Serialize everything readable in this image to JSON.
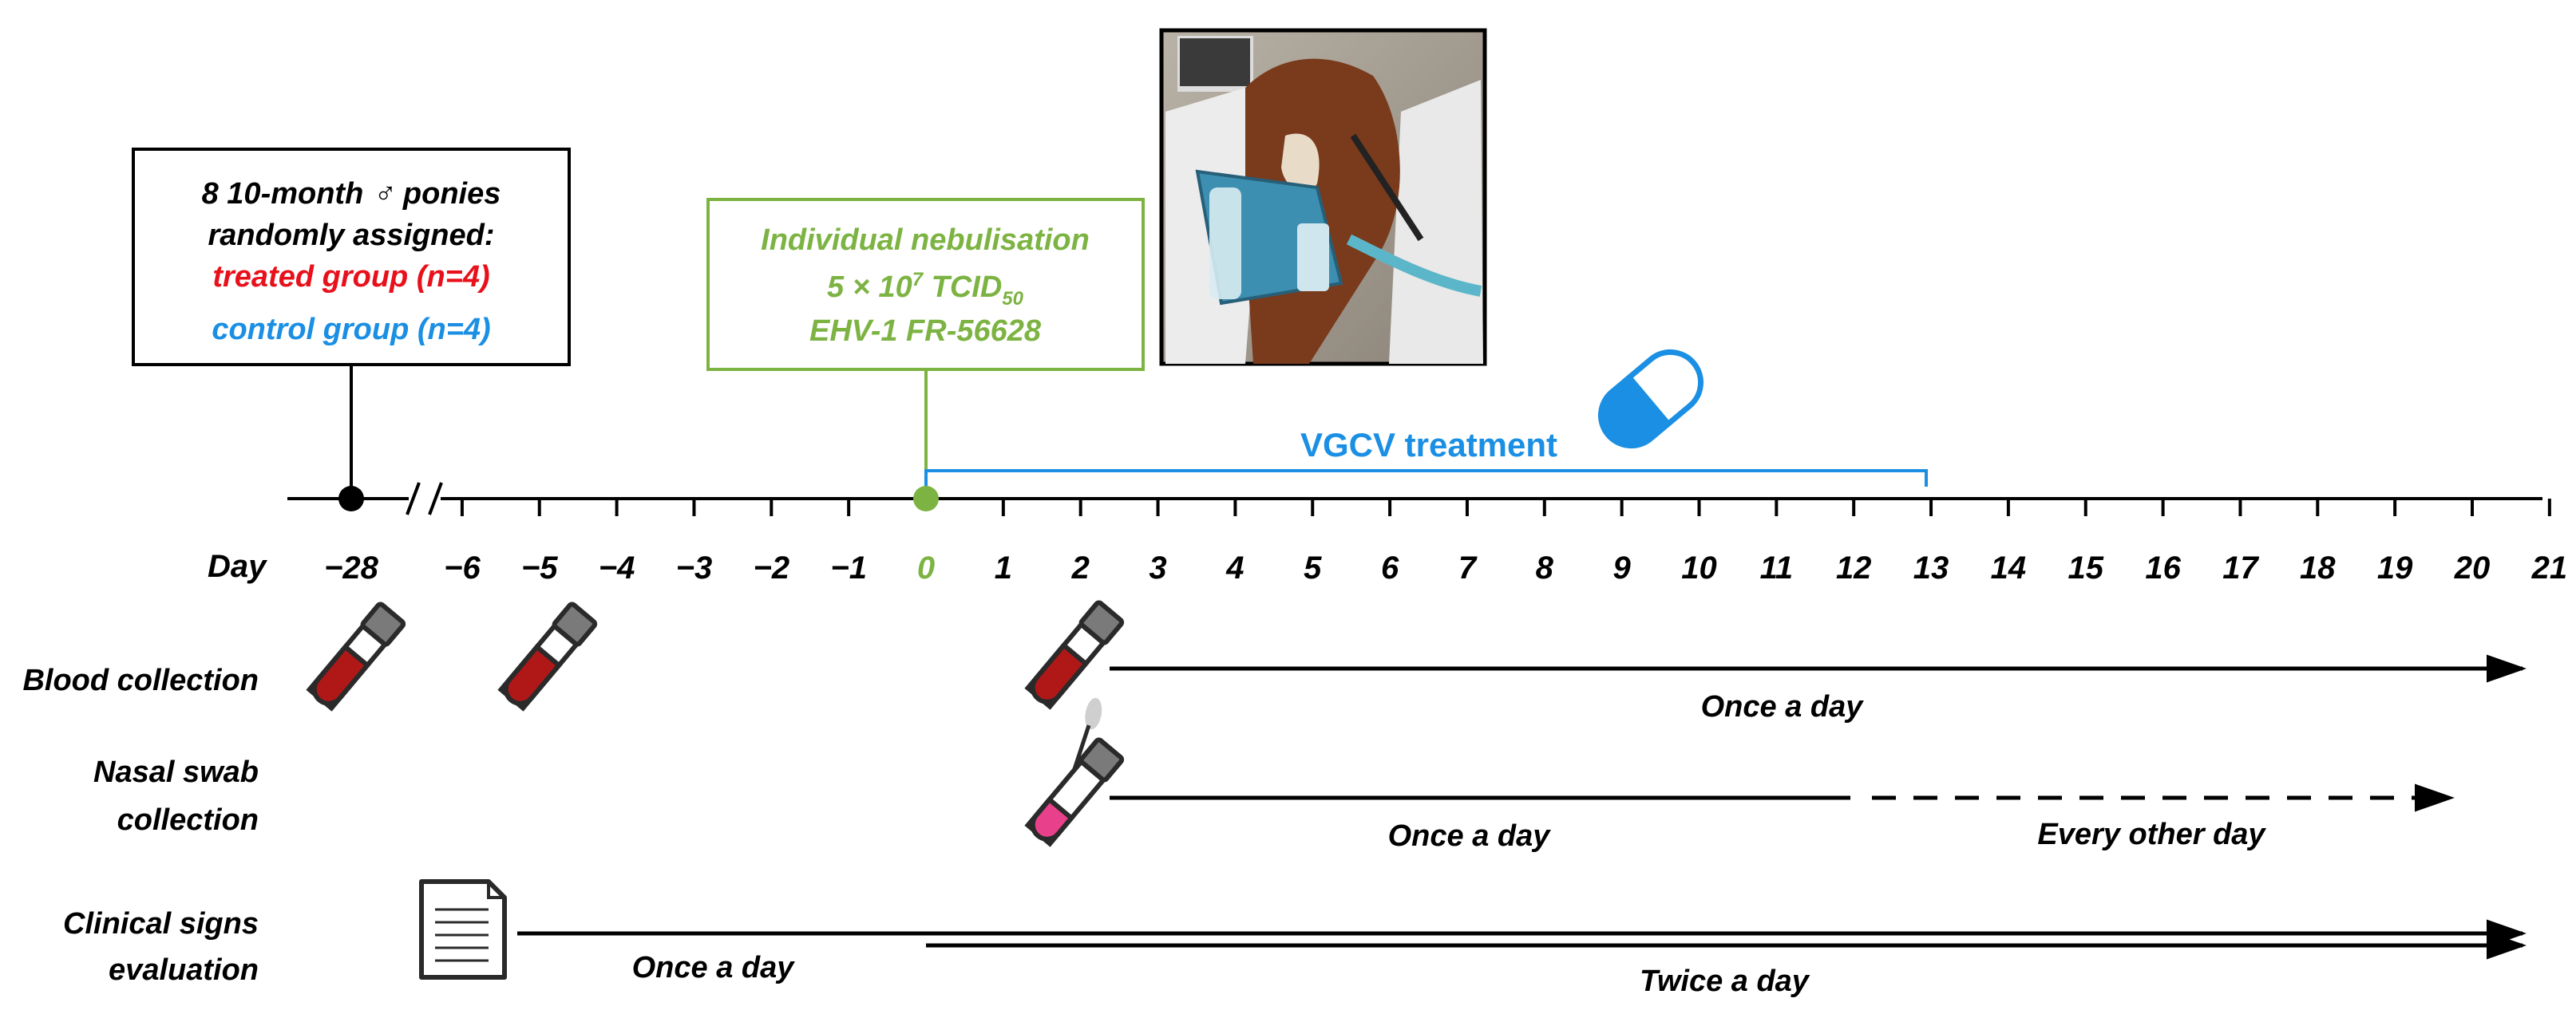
{
  "box_group": {
    "line1": "8 10-month ♂ ponies",
    "line2": "randomly assigned:",
    "line3": "treated group (n=4)",
    "line4": "control group (n=4)"
  },
  "box_infection": {
    "line1": "Individual nebulisation",
    "line2_prefix": "5 × 10",
    "line2_sup": "7",
    "line2_mid": " TCID",
    "line2_sub": "50",
    "line3": "EHV-1 FR-56628"
  },
  "treatment": {
    "label": "VGCV treatment"
  },
  "axis": {
    "label": "Day",
    "ticks": [
      "−28",
      "−6",
      "−5",
      "−4",
      "−3",
      "−2",
      "−1",
      "0",
      "1",
      "2",
      "3",
      "4",
      "5",
      "6",
      "7",
      "8",
      "9",
      "10",
      "11",
      "12",
      "13",
      "14",
      "15",
      "16",
      "17",
      "18",
      "19",
      "20",
      "21"
    ]
  },
  "rows": {
    "blood": {
      "label": "Blood collection",
      "freq": "Once a day"
    },
    "nasal": {
      "label_line1": "Nasal swab",
      "label_line2": "collection",
      "freq_daily": "Once a day",
      "freq_other": "Every other day"
    },
    "clinical": {
      "label_line1": "Clinical signs",
      "label_line2": "evaluation",
      "freq_once": "Once a day",
      "freq_twice": "Twice a day"
    }
  },
  "colors": {
    "treated": "#e8101a",
    "control": "#1a8fe3",
    "infection": "#7cb342",
    "treatment": "#1a8fe3",
    "blood_tube": "#b01818",
    "swab_tube": "#e8408a",
    "black": "#000000"
  },
  "icons": [
    "photo-horse-nebulisation",
    "capsule-icon",
    "blood-tube-icon",
    "swab-tube-icon",
    "document-icon"
  ]
}
